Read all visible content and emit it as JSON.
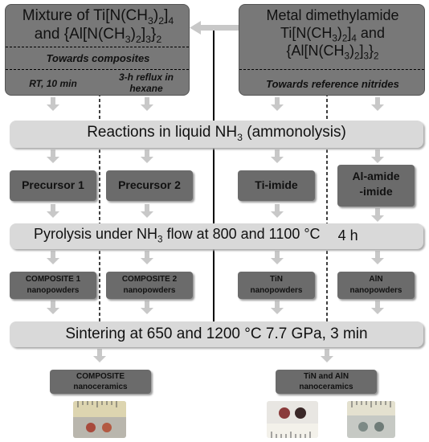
{
  "left_top": {
    "title_line1": "Mixture of Ti[N(CH3)2]4",
    "title_line2": "and {Al[N(CH3)2]3}2",
    "section": "Towards composites",
    "sub_left": "RT, 10 min",
    "sub_right_line1": "3-h reflux in",
    "sub_right_line2": "hexane"
  },
  "right_top": {
    "line1": "Metal dimethylamide",
    "line2": "Ti[N(CH3)2]4 and",
    "line3": "{Al[N(CH3)2]3}2",
    "section": "Towards reference nitrides"
  },
  "reactions": "Reactions in liquid NH3 (ammonolysis)",
  "precursors": [
    "Precursor 1",
    "Precursor 2",
    "Ti-imide"
  ],
  "alamide": {
    "line1": "Al-amide",
    "line2": "-imide"
  },
  "pyrolysis": {
    "text": "Pyrolysis under NH3 flow at 800 and 1100 °C",
    "duration": "4 h"
  },
  "products": [
    {
      "line1": "COMPOSITE 1",
      "line2": "nanopowders"
    },
    {
      "line1": "COMPOSITE 2",
      "line2": "nanopowders"
    },
    {
      "line1": "TiN",
      "line2": "nanopowders"
    },
    {
      "line1": "AlN",
      "line2": "nanopowders"
    }
  ],
  "sintering": "Sintering at 650 and 1200 °C 7.7 GPa, 3 min",
  "final": [
    {
      "line1": "COMPOSITE",
      "line2": "nanoceramics"
    },
    {
      "line1": "TiN and AlN",
      "line2": "nanoceramics"
    }
  ],
  "colors": {
    "dark_box": "#787878",
    "bar": "#d9d9d9",
    "mid_box": "#6b6b6b",
    "arrow": "#c8c8c8"
  }
}
